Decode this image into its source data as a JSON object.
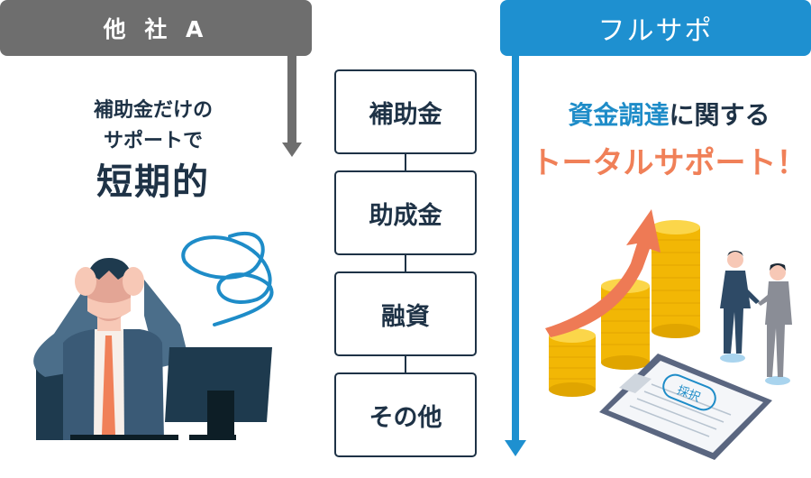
{
  "left_panel": {
    "header": "他 社 A",
    "description_lines": [
      "補助金だけの",
      "サポートで"
    ],
    "emphasis": "短期的",
    "illustration": "stressed-businessman-at-computer"
  },
  "right_panel": {
    "header": "フルサポ",
    "headline_highlight": "資金調達",
    "headline_rest": "に関する",
    "tagline": "トータルサポート！",
    "illustration": "growth-coins-handshake-contract",
    "stamp_text": "採択"
  },
  "middle_column": {
    "items": [
      {
        "label": "補助金"
      },
      {
        "label": "助成金"
      },
      {
        "label": "融資"
      },
      {
        "label": "その他"
      }
    ]
  },
  "colors": {
    "competitor_gray": "#6e6e6e",
    "brand_blue": "#1e90d0",
    "text_navy": "#1e3246",
    "accent_orange": "#f08058",
    "coin_gold": "#f5c518"
  }
}
